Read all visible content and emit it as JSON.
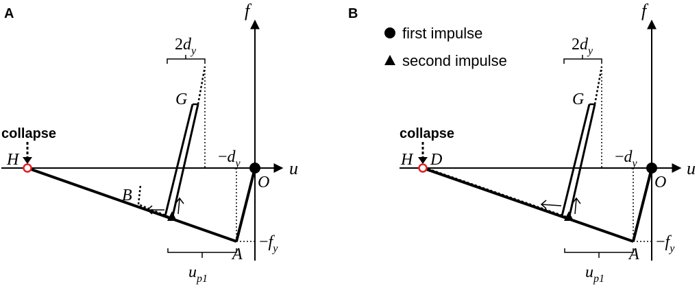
{
  "panels": [
    {
      "id": "A",
      "label": "A",
      "axis_f": "f",
      "axis_u": "u",
      "origin": "O",
      "point_A": "A",
      "point_B": "B",
      "point_G": "G",
      "point_H": "H",
      "collapse": "collapse",
      "top_bracket": {
        "prefix": "2",
        "var": "d",
        "sub": "y"
      },
      "neg_dy": {
        "prefix": "−",
        "var": "d",
        "sub": "y"
      },
      "neg_fy": {
        "prefix": "−",
        "var": "f",
        "sub": "y"
      },
      "up1": {
        "var": "u",
        "sub": "p1"
      }
    },
    {
      "id": "B",
      "label": "B",
      "axis_f": "f",
      "axis_u": "u",
      "origin": "O",
      "point_A": "A",
      "point_D": "D",
      "point_G": "G",
      "point_H": "H",
      "collapse": "collapse",
      "top_bracket": {
        "prefix": "2",
        "var": "d",
        "sub": "y"
      },
      "neg_dy": {
        "prefix": "−",
        "var": "d",
        "sub": "y"
      },
      "neg_fy": {
        "prefix": "−",
        "var": "f",
        "sub": "y"
      },
      "up1": {
        "var": "u",
        "sub": "p1"
      },
      "legend": [
        {
          "marker": "circle",
          "text": "first impulse"
        },
        {
          "marker": "triangle",
          "text": "second impulse"
        }
      ]
    }
  ],
  "colors": {
    "ink": "#000000",
    "collapse_marker": "#e02020"
  }
}
